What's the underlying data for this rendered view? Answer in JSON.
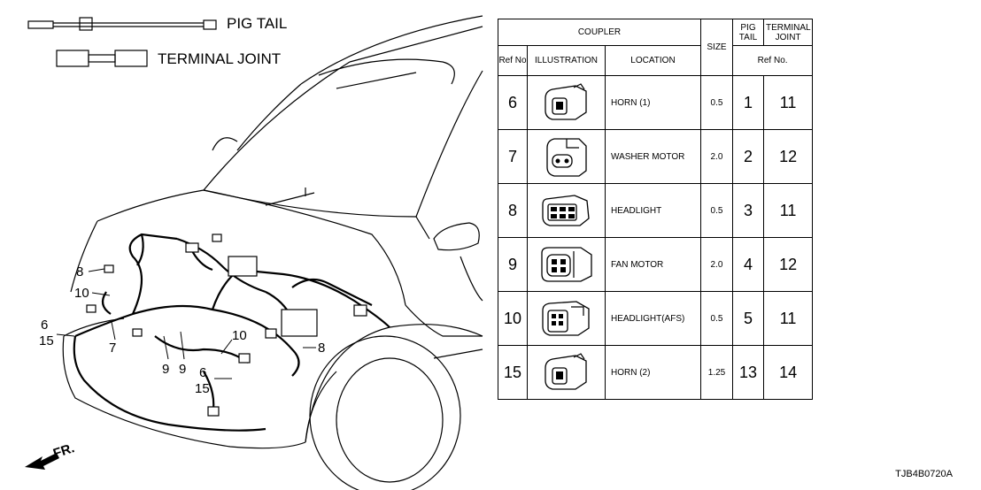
{
  "legend": {
    "pigtail_label": "PIG TAIL",
    "terminal_joint_label": "TERMINAL JOINT"
  },
  "callouts": {
    "c8a": "8",
    "c10a": "10",
    "c6a": "6",
    "c15a": "15",
    "c7": "7",
    "c9a": "9",
    "c9b": "9",
    "c10b": "10",
    "c6b": "6",
    "c15b": "15",
    "c8b": "8"
  },
  "front_arrow_label": "FR.",
  "table": {
    "header_coupler": "COUPLER",
    "header_size": "SIZE",
    "header_pigtail": "PIG TAIL",
    "header_terminal_joint": "TERMINAL JOINT",
    "header_ref_no": "Ref No",
    "header_illustration": "ILLUSTRATION",
    "header_location": "LOCATION",
    "header_refno_sub": "Ref No.",
    "rows": [
      {
        "ref": "6",
        "illustration": "horn-connector-icon",
        "location": "HORN (1)",
        "size": "0.5",
        "pigtail": "1",
        "terminal_joint": "11"
      },
      {
        "ref": "7",
        "illustration": "washer-connector-icon",
        "location": "WASHER MOTOR",
        "size": "2.0",
        "pigtail": "2",
        "terminal_joint": "12"
      },
      {
        "ref": "8",
        "illustration": "headlight-connector-icon",
        "location": "HEADLIGHT",
        "size": "0.5",
        "pigtail": "3",
        "terminal_joint": "11"
      },
      {
        "ref": "9",
        "illustration": "fan-connector-icon",
        "location": "FAN MOTOR",
        "size": "2.0",
        "pigtail": "4",
        "terminal_joint": "12"
      },
      {
        "ref": "10",
        "illustration": "afs-connector-icon",
        "location": "HEADLIGHT(AFS)",
        "size": "0.5",
        "pigtail": "5",
        "terminal_joint": "11"
      },
      {
        "ref": "15",
        "illustration": "horn-connector-icon",
        "location": "HORN (2)",
        "size": "1.25",
        "pigtail": "13",
        "terminal_joint": "14"
      }
    ]
  },
  "diagram_code": "TJB4B0720A"
}
